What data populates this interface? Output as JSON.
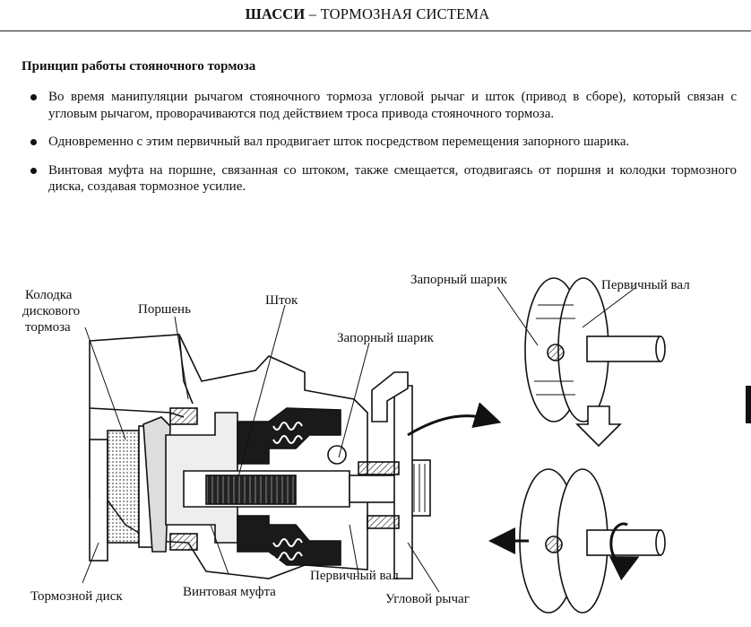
{
  "header": {
    "title_bold": "ШАССИ",
    "title_rest": " – ТОРМОЗНАЯ СИСТЕМА"
  },
  "section": {
    "title": "Принцип работы стояночного тормоза"
  },
  "bullets": [
    "Во время манипуляции рычагом стояночного тормоза угловой рычаг и шток (привод в сборе), который связан с угловым рычагом, проворачиваются под действием троса привода стояночного тормоза.",
    "Одновременно с этим первичный вал продвигает шток посредством перемещения запорного шарика.",
    "Винтовая муфта на поршне, связанная со штоком, также смещается, отодвигаясь от поршня и колодки тормозного диска, создавая тормозное усилие."
  ],
  "diagram": {
    "labels": {
      "pad_line1": "Колодка",
      "pad_line2": "дискового",
      "pad_line3": "тормоза",
      "piston": "Поршень",
      "rod": "Шток",
      "lock_ball_main": "Запорный шарик",
      "lock_ball_detail": "Запорный шарик",
      "primary_shaft_detail": "Первичный вал",
      "brake_disc": "Тормозной диск",
      "screw_sleeve": "Винтовая муфта",
      "primary_shaft_main": "Первичный вал",
      "angle_lever": "Угловой рычаг"
    }
  }
}
